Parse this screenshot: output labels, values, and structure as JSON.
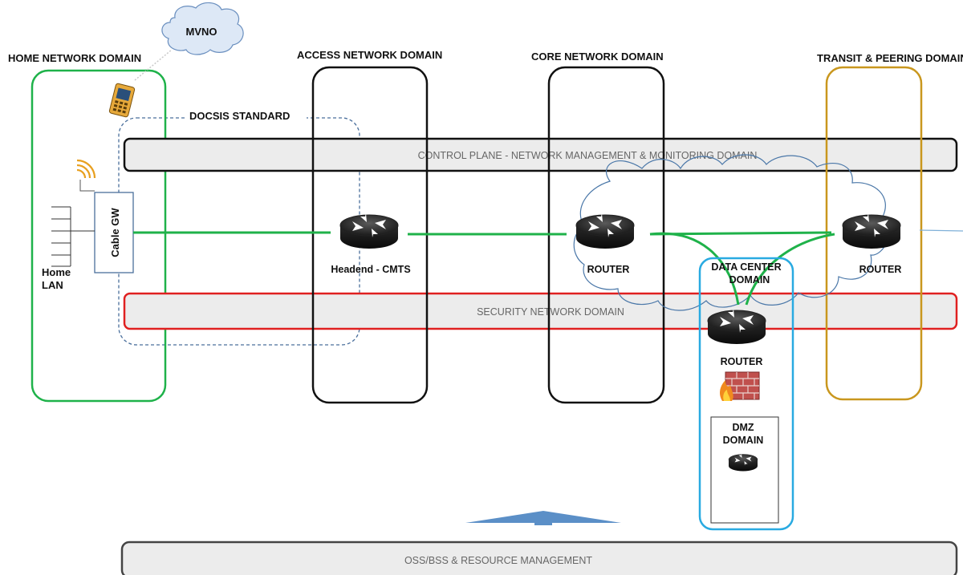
{
  "domains": {
    "home": "HOME NETWORK DOMAIN",
    "access": "ACCESS NETWORK DOMAIN",
    "core": "CORE NETWORK DOMAIN",
    "transit": "TRANSIT & PEERING DOMAIN",
    "data_center_line1": "DATA CENTER",
    "data_center_line2": "DOMAIN",
    "dmz_line1": "DMZ",
    "dmz_line2": "DOMAIN"
  },
  "clouds": {
    "mvno": "MVNO"
  },
  "standards": {
    "docsis": "DOCSIS STANDARD"
  },
  "bars": {
    "control_plane": "CONTROL PLANE - NETWORK MANAGEMENT & MONITORING DOMAIN",
    "security": "SECURITY NETWORK DOMAIN",
    "oss_bss": "OSS/BSS & RESOURCE MANAGEMENT"
  },
  "devices": {
    "cable_gw": "Cable GW",
    "home_lan_line1": "Home",
    "home_lan_line2": "LAN",
    "headend": "Headend - CMTS",
    "core_router": "ROUTER",
    "transit_router": "ROUTER",
    "dc_router": "ROUTER"
  },
  "colors": {
    "home": "#1fb24a",
    "access": "#111111",
    "core": "#111111",
    "transit": "#c9971e",
    "data_center": "#29aae1",
    "security": "#e02020",
    "link": "#1fb24a",
    "docsis": "#4a6f9c",
    "arrow": "#5b8fc7",
    "cloud": "#4a77a8"
  }
}
